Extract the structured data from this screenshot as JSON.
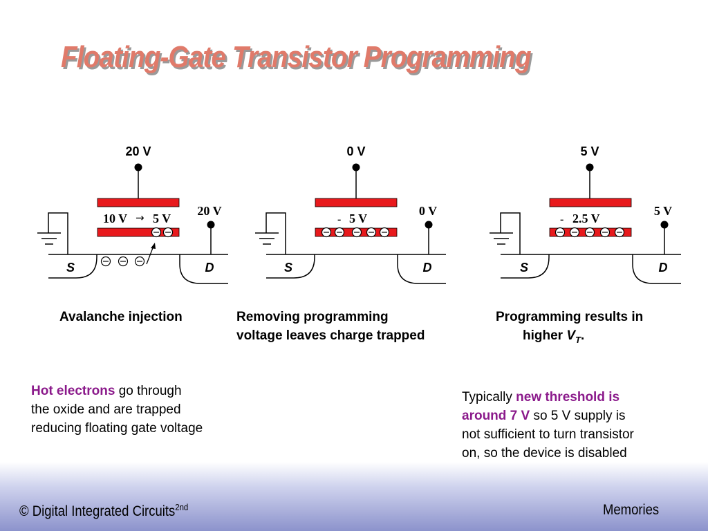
{
  "title": "Floating-Gate Transistor Programming",
  "panels": [
    {
      "gate_voltage": "20 V",
      "drain_voltage": "20 V",
      "fg_voltage_from": "10 V",
      "arrow": "→",
      "fg_voltage_to": "5 V",
      "source": "S",
      "drain": "D",
      "caption": "Avalanche injection"
    },
    {
      "gate_voltage": "0 V",
      "drain_voltage": "0 V",
      "fg_sign": "-",
      "fg_voltage": "5 V",
      "source": "S",
      "drain": "D",
      "caption_line1": "Removing programming",
      "caption_line2": "voltage leaves charge trapped"
    },
    {
      "gate_voltage": "5 V",
      "drain_voltage": "5 V",
      "fg_sign": "-",
      "fg_voltage": "2.5 V",
      "source": "S",
      "drain": "D",
      "caption_line1": "Programming results in",
      "caption_line2_a": "higher",
      "caption_line2_v": "V",
      "caption_line2_sub": "T",
      "caption_line2_end": "."
    }
  ],
  "notes": {
    "left_highlight": "Hot electrons",
    "left_rest1": " go through",
    "left_line2": "the oxide and are trapped",
    "left_line3": "reducing floating gate voltage",
    "right_pre": "Typically ",
    "right_highlight1": "new threshold is",
    "right_highlight2": "around 7 V",
    "right_rest2": " so 5 V supply is",
    "right_line3": "not sufficient to turn transistor",
    "right_line4": "on, so the device is disabled"
  },
  "footer": {
    "left": "© Digital Integrated Circuits",
    "left_sup": "2nd",
    "right": "Memories"
  },
  "colors": {
    "gate_red": "#e8191c",
    "title": "#e07a6a",
    "highlight": "#8b1a8b"
  }
}
